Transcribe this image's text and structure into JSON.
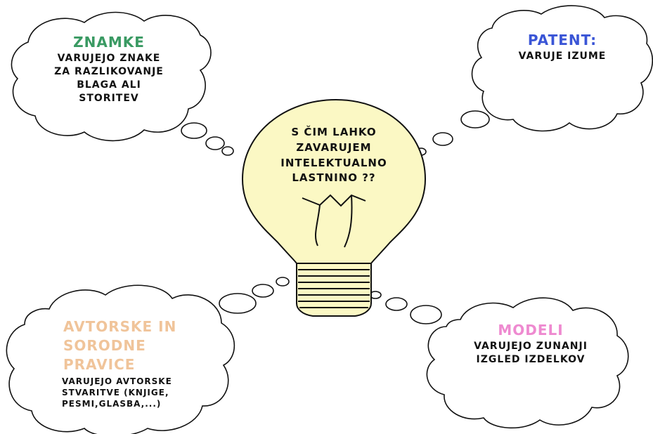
{
  "center": {
    "lines": [
      "S ČIM LAHKO",
      "ZAVARUJEM",
      "INTELEKTUALNO",
      "LASTNINO ??"
    ]
  },
  "clouds": {
    "znamke": {
      "title": "ZNAMKE",
      "lines": [
        "VARUJEJO ZNAKE",
        "ZA RAZLIKOVANJE",
        "BLAGA ALI",
        "STORITEV"
      ]
    },
    "patent": {
      "title": "PATENT:",
      "lines": [
        "VARUJE IZUME"
      ]
    },
    "avtorske": {
      "title_lines": [
        "AVTORSKE IN",
        "SORODNE PRAVICE"
      ],
      "lines": [
        "VARUJEJO AVTORSKE",
        "STVARITVE (KNJIGE,",
        "PESMI,GLASBA,...)"
      ]
    },
    "modeli": {
      "title": "MODELI",
      "lines": [
        "VARUJEJO ZUNANJI",
        "IZGLED IZDELKOV"
      ]
    }
  },
  "colors": {
    "bulb_fill": "#fbf8c4",
    "outline": "#111111",
    "znamke": "#3a9a63",
    "patent": "#3a55d6",
    "avtorske": "#f0c49a",
    "modeli": "#ee8ad0"
  }
}
